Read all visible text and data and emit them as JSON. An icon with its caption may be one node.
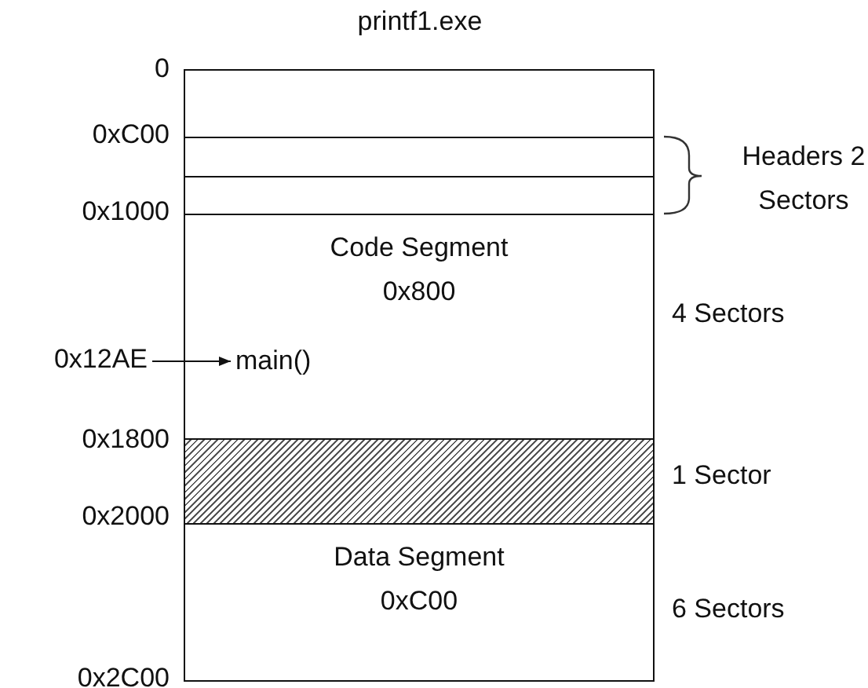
{
  "diagram": {
    "title": "printf1.exe",
    "nodes": [
      {
        "text": [],
        "shape": "box"
      },
      {
        "text": [],
        "shape": "box"
      },
      {
        "text": [],
        "shape": "box"
      },
      {
        "text": [
          "Code Segment",
          "0x800"
        ]
      },
      {
        "text": [
          "main()"
        ],
        "in": 3
      },
      {
        "text": [
          "0x12AE"
        ]
      },
      {
        "text": [],
        "shape": "box"
      },
      {
        "text": [
          "Data Segment",
          "0xC00"
        ]
      }
    ],
    "edges": [
      {
        "from": 5,
        "to": 4,
        "arrow": "to"
      }
    ],
    "labels": [
      "0",
      "0xC00",
      "0x1000",
      "Headers 2 Sectors",
      "4 Sectors",
      "0x1800",
      "1 Sector",
      "0x2000",
      "6 Sectors",
      "0x2C00"
    ]
  }
}
